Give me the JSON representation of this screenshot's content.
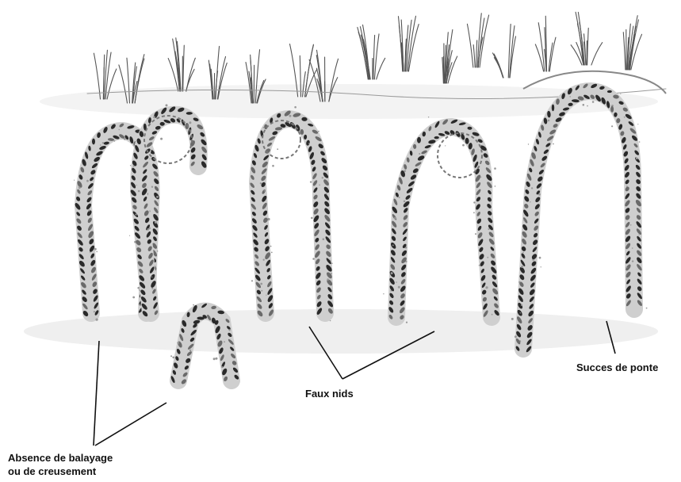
{
  "labels": {
    "absence_line1": "Absence de balayage",
    "absence_line2": "ou de creusement",
    "faux_nids": "Faux nids",
    "succes_ponte": "Succes de ponte"
  },
  "icons": [
    "grass-tuft-icon",
    "turtle-track-icon",
    "nest-mound-icon"
  ]
}
